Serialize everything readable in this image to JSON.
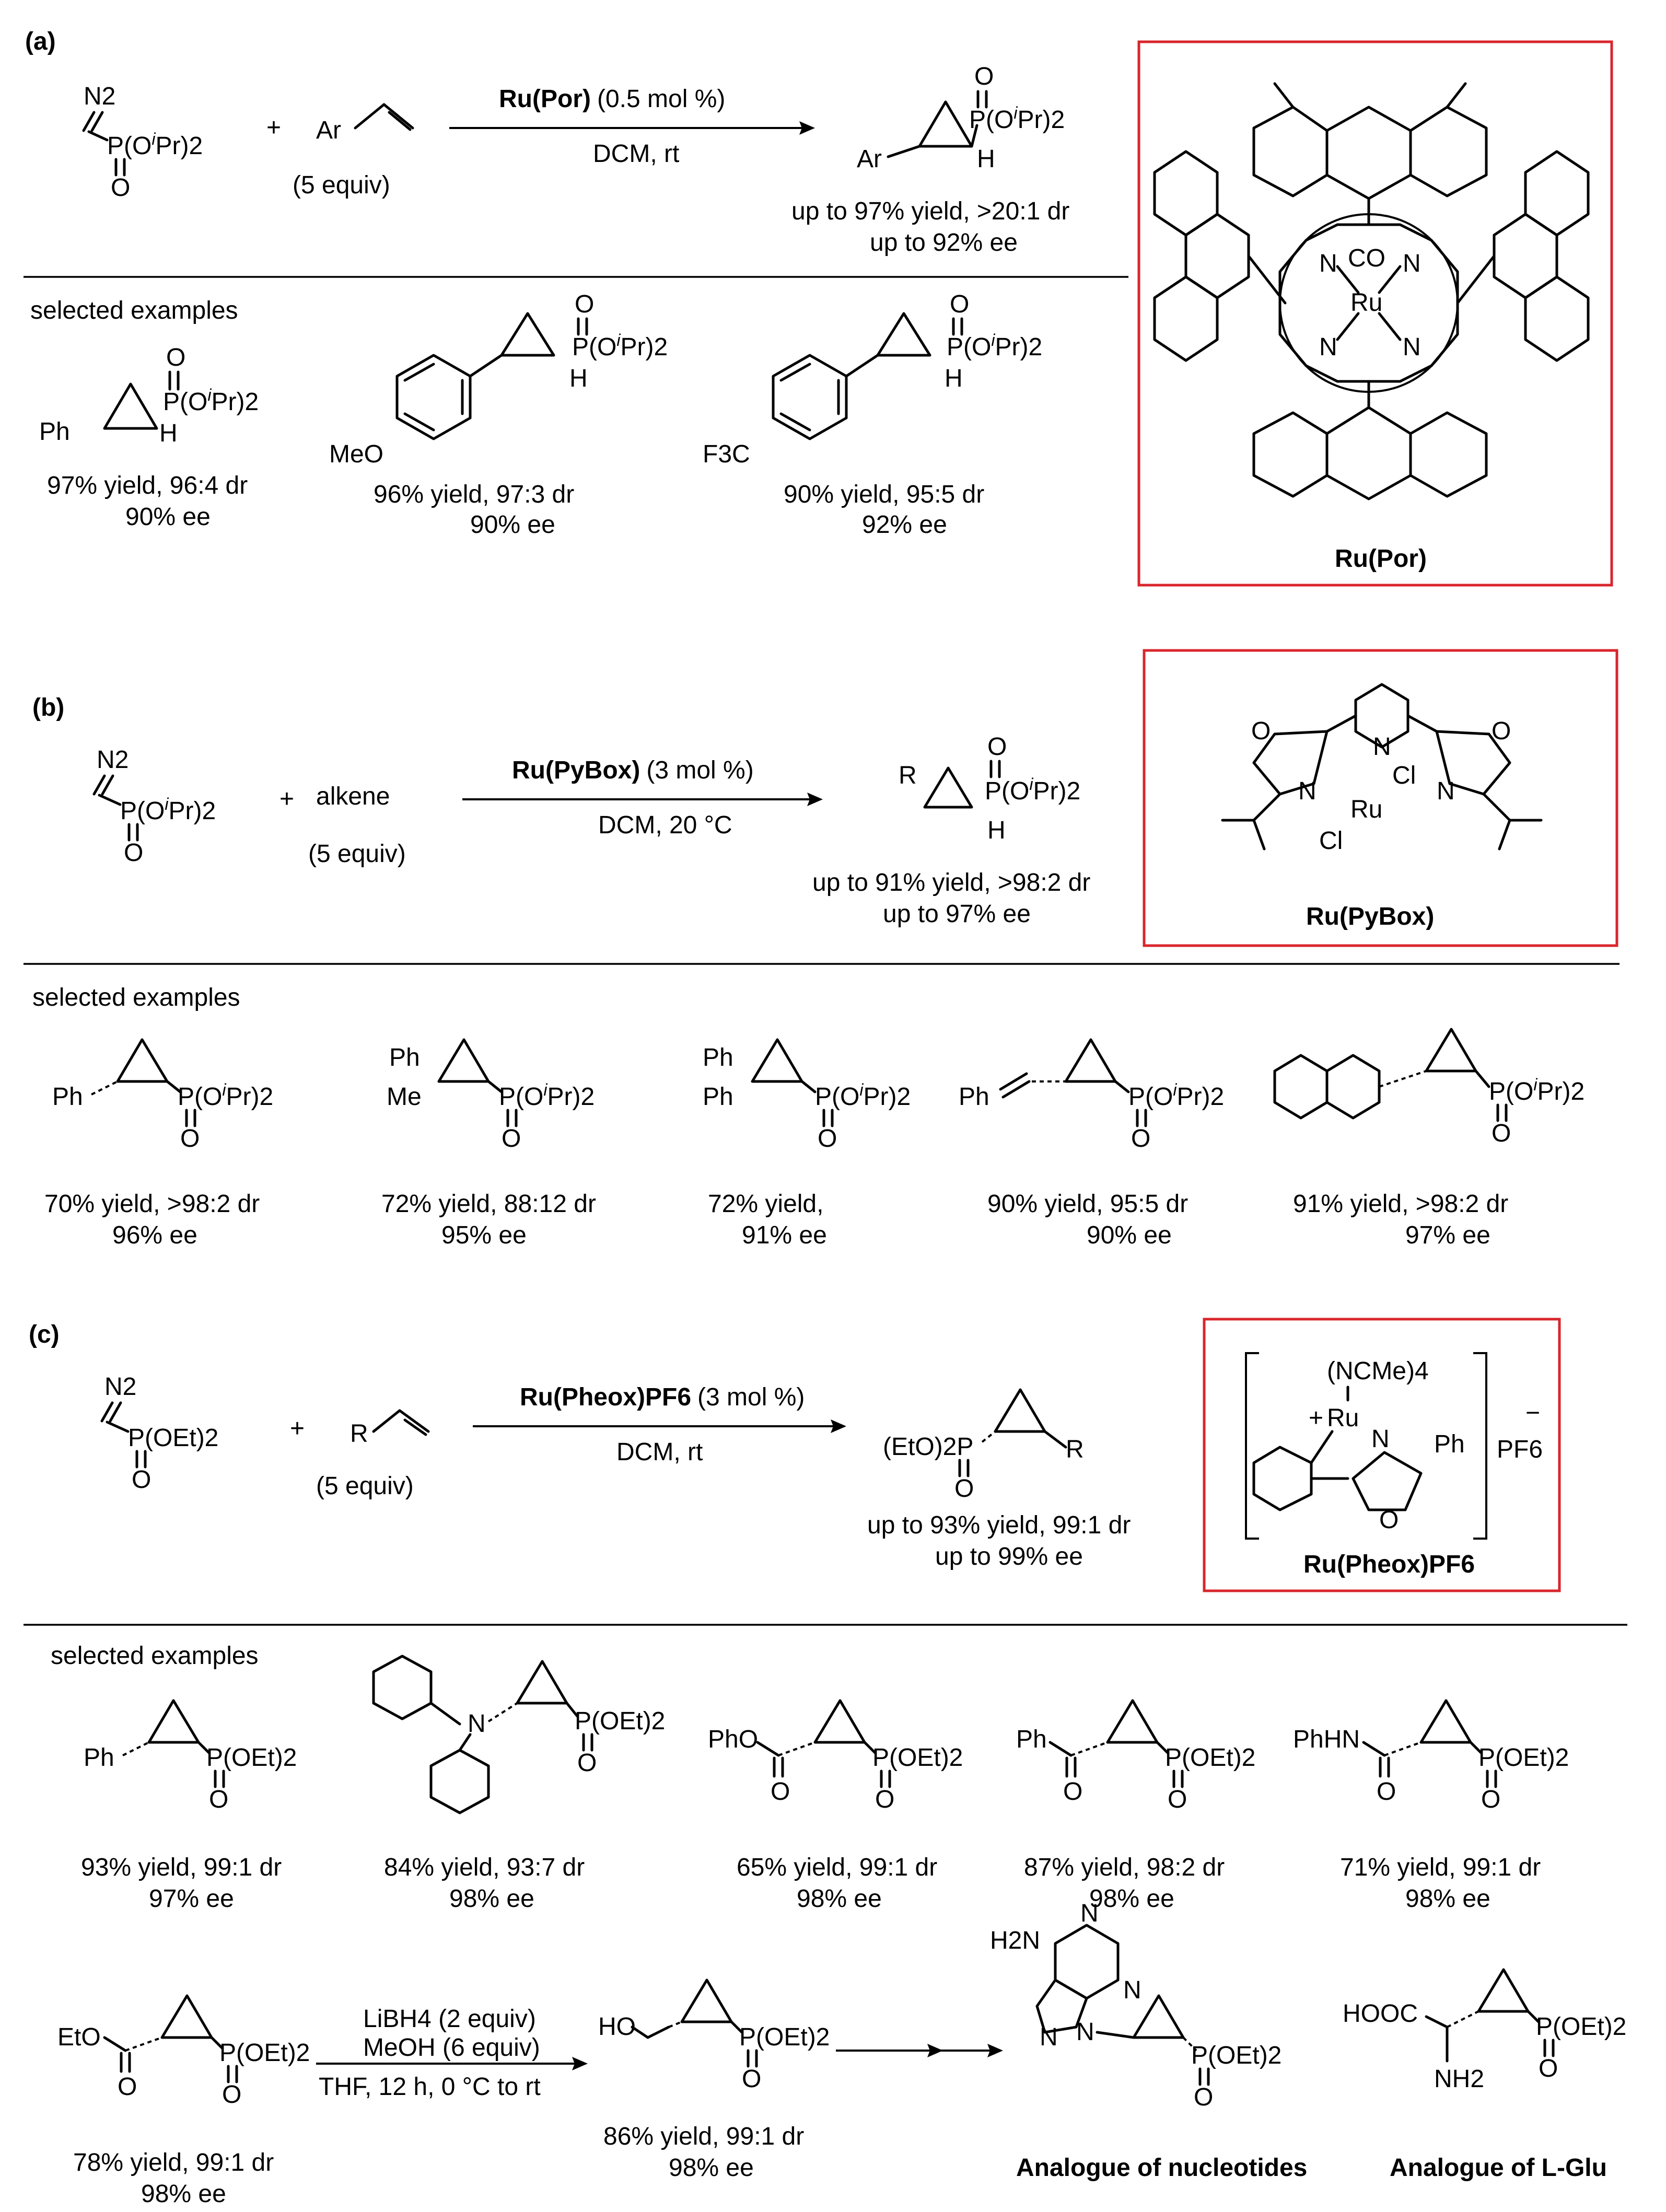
{
  "section_a": {
    "tag": "(a)",
    "diazo": {
      "n2": "N2",
      "p": "P(O",
      "sup": "i",
      "pr": "Pr)2",
      "o": "O"
    },
    "plus": "+",
    "styrene": "Ar",
    "equiv": "(5 equiv)",
    "catalyst": "Ru(Por)",
    "loading": "(0.5 mol %)",
    "conditions": "DCM, rt",
    "product": {
      "o": "O",
      "p": "P(O",
      "sup": "i",
      "pr": "Pr)2",
      "ar": "Ar",
      "h": "H"
    },
    "summary1": "up to 97% yield, >20:1 dr",
    "summary2": "up to 92% ee",
    "selected": "selected examples",
    "examples": [
      {
        "sub": "Ph",
        "line1": "97% yield, 96:4 dr",
        "line2": "90% ee"
      },
      {
        "sub": "MeO",
        "line1": "96% yield, 97:3 dr",
        "line2": "90% ee"
      },
      {
        "sub": "F3C",
        "line1": "90% yield, 95:5 dr",
        "line2": "92% ee"
      }
    ],
    "cat_name": "Ru(Por)",
    "cat_atoms": {
      "co": "CO",
      "ru": "Ru",
      "n": "N"
    }
  },
  "section_b": {
    "tag": "(b)",
    "diazo": {
      "n2": "N2",
      "p": "P(O",
      "sup": "i",
      "pr": "Pr)2",
      "o": "O"
    },
    "plus": "+",
    "alkene": "alkene",
    "equiv": "(5 equiv)",
    "catalyst": "Ru(PyBox)",
    "loading": "(3 mol %)",
    "conditions": "DCM, 20 °C",
    "product": {
      "o": "O",
      "p": "P(O",
      "sup": "i",
      "pr": "Pr)2",
      "r": "R",
      "h": "H"
    },
    "summary1": "up to 91% yield, >98:2 dr",
    "summary2": "up to 97% ee",
    "selected": "selected examples",
    "examples": [
      {
        "sub": "Ph",
        "line1": "70% yield, >98:2 dr",
        "line2": "96% ee"
      },
      {
        "sub": "Ph/Me",
        "line1": "72% yield, 88:12 dr",
        "line2": "95% ee"
      },
      {
        "sub": "Ph/Ph",
        "line1": "72% yield,",
        "line2": "91% ee"
      },
      {
        "sub": "Ph",
        "line1": "90% yield, 95:5 dr",
        "line2": "90% ee"
      },
      {
        "sub": "naphthyl",
        "line1": "91% yield, >98:2 dr",
        "line2": "97% ee"
      }
    ],
    "cat_name": "Ru(PyBox)",
    "cat_atoms": {
      "o": "O",
      "n": "N",
      "ru": "Ru",
      "cl": "Cl"
    }
  },
  "section_c": {
    "tag": "(c)",
    "diazo": {
      "n2": "N2",
      "p": "P(OEt)2",
      "o": "O"
    },
    "plus": "+",
    "r": "R",
    "equiv": "(5 equiv)",
    "catalyst": "Ru(Pheox)PF6",
    "loading": "(3 mol %)",
    "conditions": "DCM, rt",
    "product": {
      "eto": "(EtO)2P",
      "o": "O",
      "r": "R"
    },
    "summary1": "up to 93% yield, 99:1 dr",
    "summary2": "up to 99% ee",
    "selected": "selected examples",
    "examples": [
      {
        "sub": "Ph",
        "line1": "93% yield, 99:1 dr",
        "line2": "97% ee"
      },
      {
        "sub": "N",
        "line1": "84% yield, 93:7 dr",
        "line2": "98% ee"
      },
      {
        "sub": "PhO",
        "line1": "65% yield, 99:1 dr",
        "line2": "98% ee"
      },
      {
        "sub": "Ph",
        "line1": "87% yield, 98:2 dr",
        "line2": "98% ee"
      },
      {
        "sub": "PhHN",
        "line1": "71% yield, 99:1 dr",
        "line2": "98% ee"
      }
    ],
    "cat_name": "Ru(Pheox)PF6",
    "cat_atoms": {
      "ncme": "(NCMe)4",
      "plus": "+",
      "ru": "Ru",
      "n": "N",
      "o": "O",
      "ph": "Ph",
      "pf6": "PF6",
      "minus": "−"
    },
    "transform": {
      "reactant_sub": "EtO",
      "reactant_line1": "78% yield, 99:1 dr",
      "reactant_line2": "98% ee",
      "reagent1": "LiBH4 (2 equiv)",
      "reagent2": "MeOH (6 equiv)",
      "reagent3": "THF, 12 h, 0 °C to rt",
      "product_sub": "HO",
      "product_line1": "86% yield, 99:1 dr",
      "product_line2": "98% ee",
      "analog1_amine": "H2N",
      "analog1": "Analogue of nucleotides",
      "analog2_acid": "HOOC",
      "analog2_amine": "NH2",
      "analog2": "Analogue of L-Glu"
    },
    "phos": "P(OEt)2"
  },
  "common": {
    "oipr": "P(O",
    "sup_i": "i",
    "pr2": "Pr)2",
    "o": "O",
    "h": "H",
    "ph": "Ph",
    "me": "Me",
    "n": "N"
  }
}
